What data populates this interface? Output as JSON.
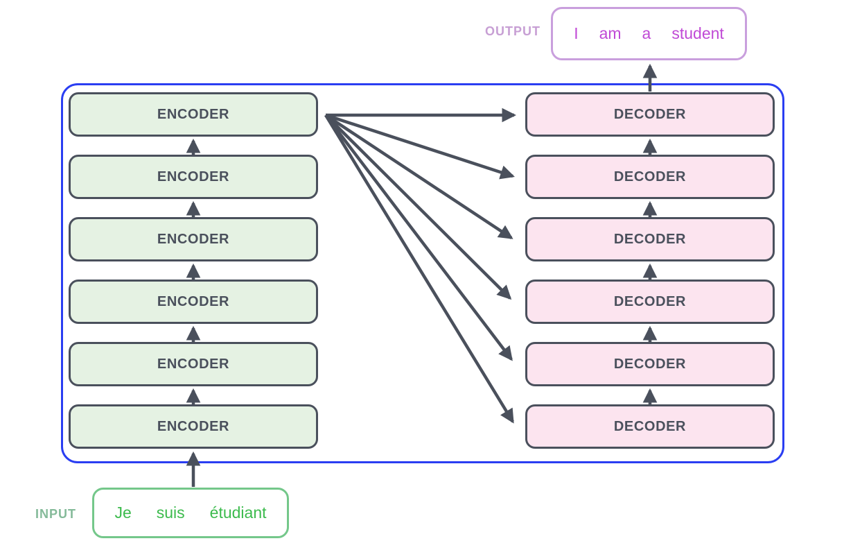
{
  "diagram": {
    "title": "transformer-encoder-decoder-stack",
    "output": {
      "label": "OUTPUT",
      "words": [
        "I",
        "am",
        "a",
        "student"
      ]
    },
    "input": {
      "label": "INPUT",
      "words": [
        "Je",
        "suis",
        "étudiant"
      ]
    },
    "encoder_stack": {
      "items": [
        {
          "label": "ENCODER"
        },
        {
          "label": "ENCODER"
        },
        {
          "label": "ENCODER"
        },
        {
          "label": "ENCODER"
        },
        {
          "label": "ENCODER"
        },
        {
          "label": "ENCODER"
        }
      ]
    },
    "decoder_stack": {
      "items": [
        {
          "label": "DECODER"
        },
        {
          "label": "DECODER"
        },
        {
          "label": "DECODER"
        },
        {
          "label": "DECODER"
        },
        {
          "label": "DECODER"
        },
        {
          "label": "DECODER"
        }
      ]
    },
    "colors": {
      "container_border": "#2a3ef2",
      "block_border": "#4a505c",
      "block_text": "#4a505c",
      "encoder_fill": "#e5f2e3",
      "decoder_fill": "#fce4ef",
      "arrow": "#4a505c",
      "input_border": "#74c78a",
      "input_text": "#3cbb4d",
      "input_label": "#84ba99",
      "output_border": "#c99fdd",
      "output_text": "#c04ad6",
      "output_label": "#c79fd4"
    }
  }
}
